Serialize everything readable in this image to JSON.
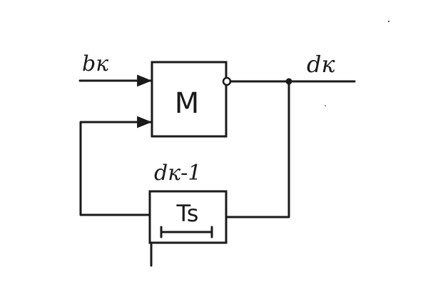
{
  "signals": {
    "input": "bк",
    "output": "dк",
    "delayed": "dк-1"
  },
  "blocks": {
    "modulator": "M",
    "delay": "Ts"
  }
}
